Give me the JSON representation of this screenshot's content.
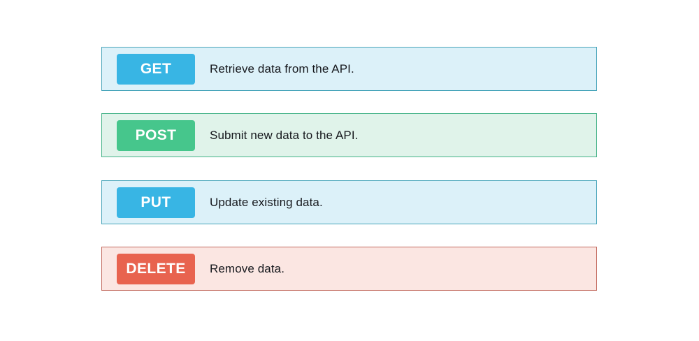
{
  "page": {
    "background_color": "#ffffff"
  },
  "rows": [
    {
      "method": "GET",
      "description": "Retrieve data from the API.",
      "badge_color": "#38b5e4",
      "row_bg": "#dcf1f9",
      "border_color": "#48a5ba"
    },
    {
      "method": "POST",
      "description": "Submit new data to the API.",
      "badge_color": "#46c68c",
      "row_bg": "#e0f3ea",
      "border_color": "#44b287"
    },
    {
      "method": "PUT",
      "description": "Update existing data.",
      "badge_color": "#38b5e4",
      "row_bg": "#dcf1f9",
      "border_color": "#48a5ba"
    },
    {
      "method": "DELETE",
      "description": "Remove data.",
      "badge_color": "#e8634f",
      "row_bg": "#fbe6e2",
      "border_color": "#c2695e"
    }
  ],
  "text_color": "#16181d",
  "badge_text_color": "#ffffff"
}
